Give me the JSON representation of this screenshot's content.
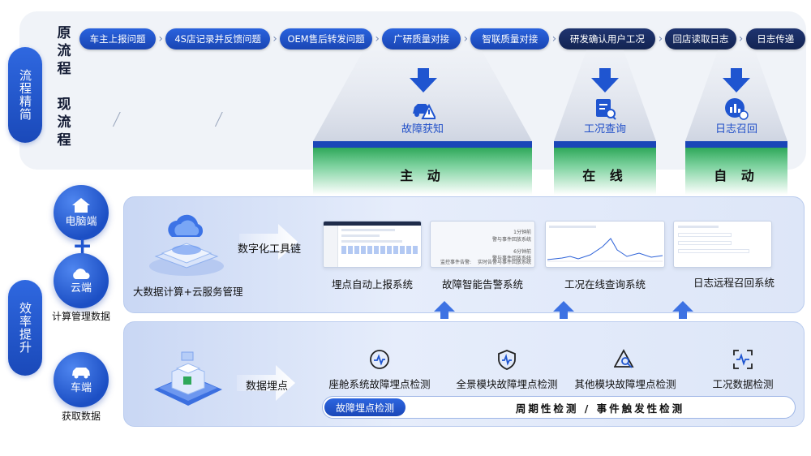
{
  "side": {
    "top": "流程精简",
    "bottom": "效率提升"
  },
  "rows": {
    "original": "原流程",
    "current": "现流程"
  },
  "original_steps": [
    "车主上报问题",
    "4S店记录并反馈问题",
    "OEM售后转发问题",
    "广研质量对接",
    "智联质量对接",
    "研发确认用户工况",
    "回店读取日志",
    "日志传递"
  ],
  "new_flow": [
    {
      "label": "故障获知",
      "icon": "car-warning-icon",
      "mode": "主 动"
    },
    {
      "label": "工况查询",
      "icon": "document-search-icon",
      "mode": "在 线"
    },
    {
      "label": "日志召回",
      "icon": "chart-report-icon",
      "mode": "自 动"
    }
  ],
  "nodes": {
    "pc": "电脑端",
    "cloud": "云端",
    "cloud_caption": "计算管理数据",
    "car": "车端",
    "car_caption": "获取数据"
  },
  "upper_panel": {
    "illustration_caption": "大数据计算+云服务管理",
    "arrow_label": "数字化工具链",
    "systems": [
      "埋点自动上报系统",
      "故障智能告警系统",
      "工况在线查询系统",
      "日志远程召回系统"
    ],
    "alert_screen": {
      "r1": "1分钟前",
      "r1b": "警与事件回放系统",
      "r2": "6分钟前",
      "r2b": "警与事件回放系统",
      "r3a": "监控事件告警:",
      "r3b": "实时告警与事件回放系统"
    }
  },
  "lower_panel": {
    "arrow_label": "数据埋点",
    "detections": [
      {
        "label": "座舱系统故障埋点检测",
        "icon": "gauge-icon"
      },
      {
        "label": "全景模块故障埋点检测",
        "icon": "shield-pulse-icon"
      },
      {
        "label": "其他模块故障埋点检测",
        "icon": "triangle-search-icon"
      },
      {
        "label": "工况数据检测",
        "icon": "scan-pulse-icon"
      }
    ],
    "bar_left": "故障埋点检测",
    "bar_right": "周期性检测 / 事件触发性检测"
  },
  "colors": {
    "primary": "#1f55d0",
    "navy": "#132452",
    "green": "#2fa85a",
    "panel": "#dde6f8"
  }
}
